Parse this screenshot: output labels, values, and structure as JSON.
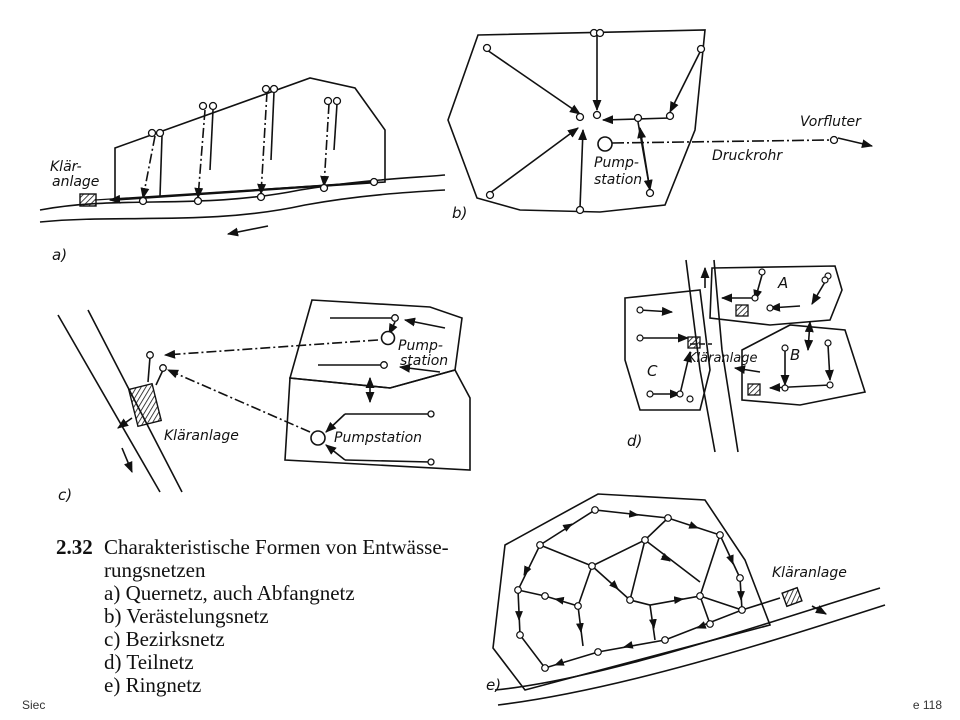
{
  "panels": {
    "a": {
      "tag": "a)",
      "plant_label": [
        "Klär-",
        "anlage"
      ]
    },
    "b": {
      "tag": "b)",
      "pump_label": [
        "Pump-",
        "station"
      ],
      "pipe_label": "Druckrohr",
      "outfall_label": "Vorfluter"
    },
    "c": {
      "tag": "c)",
      "pump_upper_label": [
        "Pump-",
        "station"
      ],
      "pump_lower_label": "Pumpstation",
      "plant_label": "Kläranlage"
    },
    "d": {
      "tag": "d)",
      "zone_a": "A",
      "zone_b": "B",
      "zone_c": "C",
      "plant_label": "Kläranlage"
    },
    "e": {
      "tag": "e)",
      "plant_label": "Kläranlage"
    }
  },
  "caption": {
    "number": "2.32",
    "title_line1": "Charakteristische Formen von Entwässe-",
    "title_line2": "rungsnetzen",
    "items": [
      "a)  Quernetz, auch Abfangnetz",
      "b)  Verästelungsnetz",
      "c)  Bezirksnetz",
      "d)  Teilnetz",
      "e)  Ringnetz"
    ]
  },
  "footer": {
    "left": "Siec",
    "right": "e 118"
  }
}
